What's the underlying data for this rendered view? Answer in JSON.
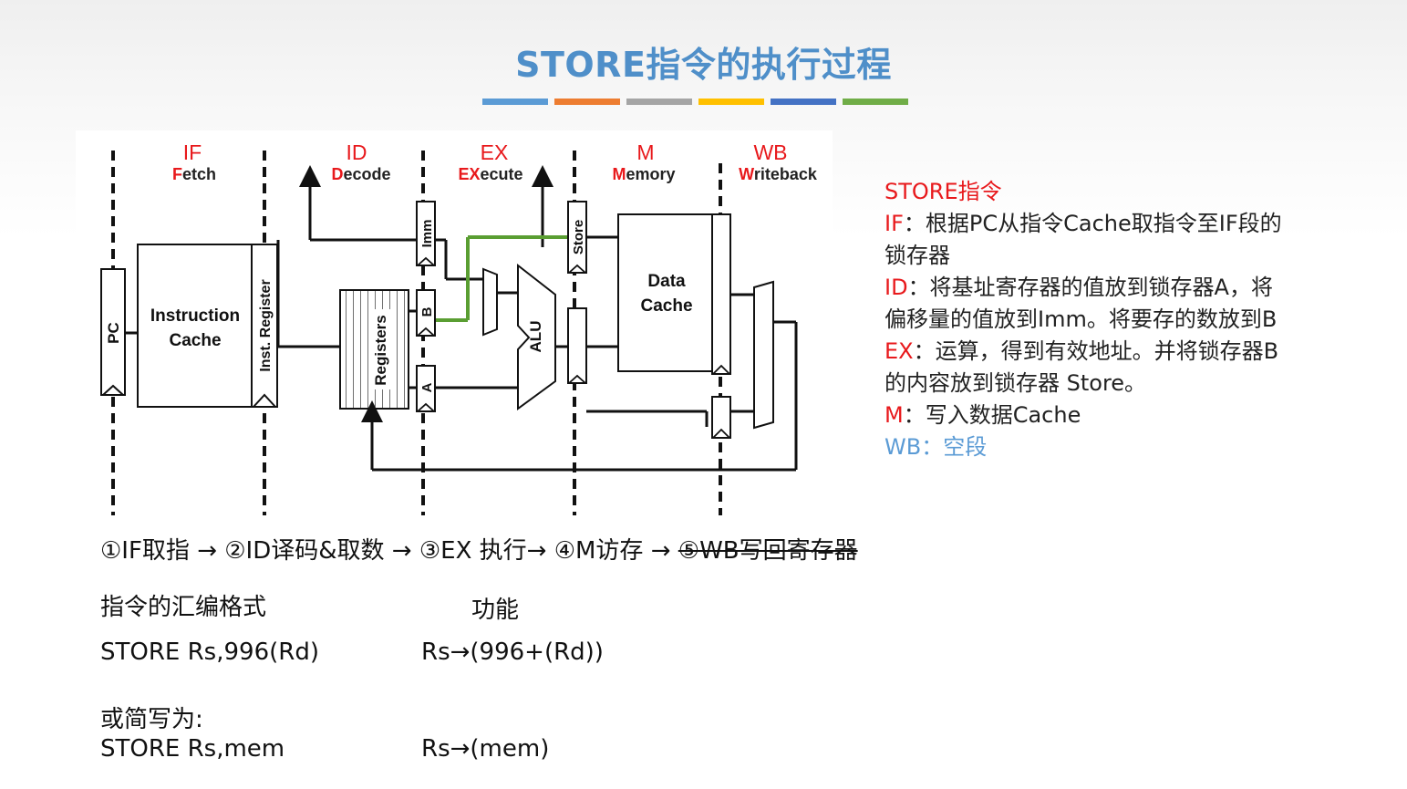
{
  "title": "STORE指令的执行过程",
  "color_bar": [
    "#5b9bd5",
    "#ed7d31",
    "#a5a5a5",
    "#ffc000",
    "#4472c4",
    "#70ad47"
  ],
  "diagram": {
    "stages": [
      {
        "abbr": "IF",
        "first": "F",
        "rest": "etch"
      },
      {
        "abbr": "ID",
        "first": "D",
        "rest": "ecode"
      },
      {
        "abbr": "EX",
        "first": "EX",
        "rest": "ecute"
      },
      {
        "abbr": "M",
        "first": "M",
        "rest": "emory"
      },
      {
        "abbr": "WB",
        "first": "W",
        "rest": "riteback"
      }
    ],
    "pc": "PC",
    "icache_line1": "Instruction",
    "icache_line2": "Cache",
    "inst_register": "Inst. Register",
    "registers": "Registers",
    "imm": "Imm",
    "reg_b": "B",
    "reg_a": "A",
    "alu": "ALU",
    "store": "Store",
    "dcache_line1": "Data",
    "dcache_line2": "Cache"
  },
  "panel": {
    "heading": "STORE指令",
    "if_label": "IF",
    "if_text": "：根据PC从指令Cache取指令至IF段的",
    "if_text2": "锁存器",
    "id_label": "ID",
    "id_text": "：将基址寄存器的值放到锁存器A，将",
    "id_text2": "偏移量的值放到Imm。将要存的数放到B",
    "ex_label": "EX",
    "ex_text": "：运算，得到有效地址。并将锁存器B",
    "ex_text2": "的内容放到锁存器 Store。",
    "m_label": "M",
    "m_text": "：写入数据Cache",
    "wb_text": "WB：空段"
  },
  "steps": {
    "main": "①IF取指 → ②ID译码&取数 → ③EX 执行→ ④M访存 → ",
    "struck": "⑤WB写回寄存器"
  },
  "format": {
    "header_left": "指令的汇编格式",
    "header_right": "功能",
    "row1_left": "STORE  Rs,996(Rd)",
    "row1_right": "Rs→(996+(Rd))",
    "note": "或简写为:",
    "row2_left": "STORE  Rs,mem",
    "row2_right": "Rs→(mem)"
  }
}
